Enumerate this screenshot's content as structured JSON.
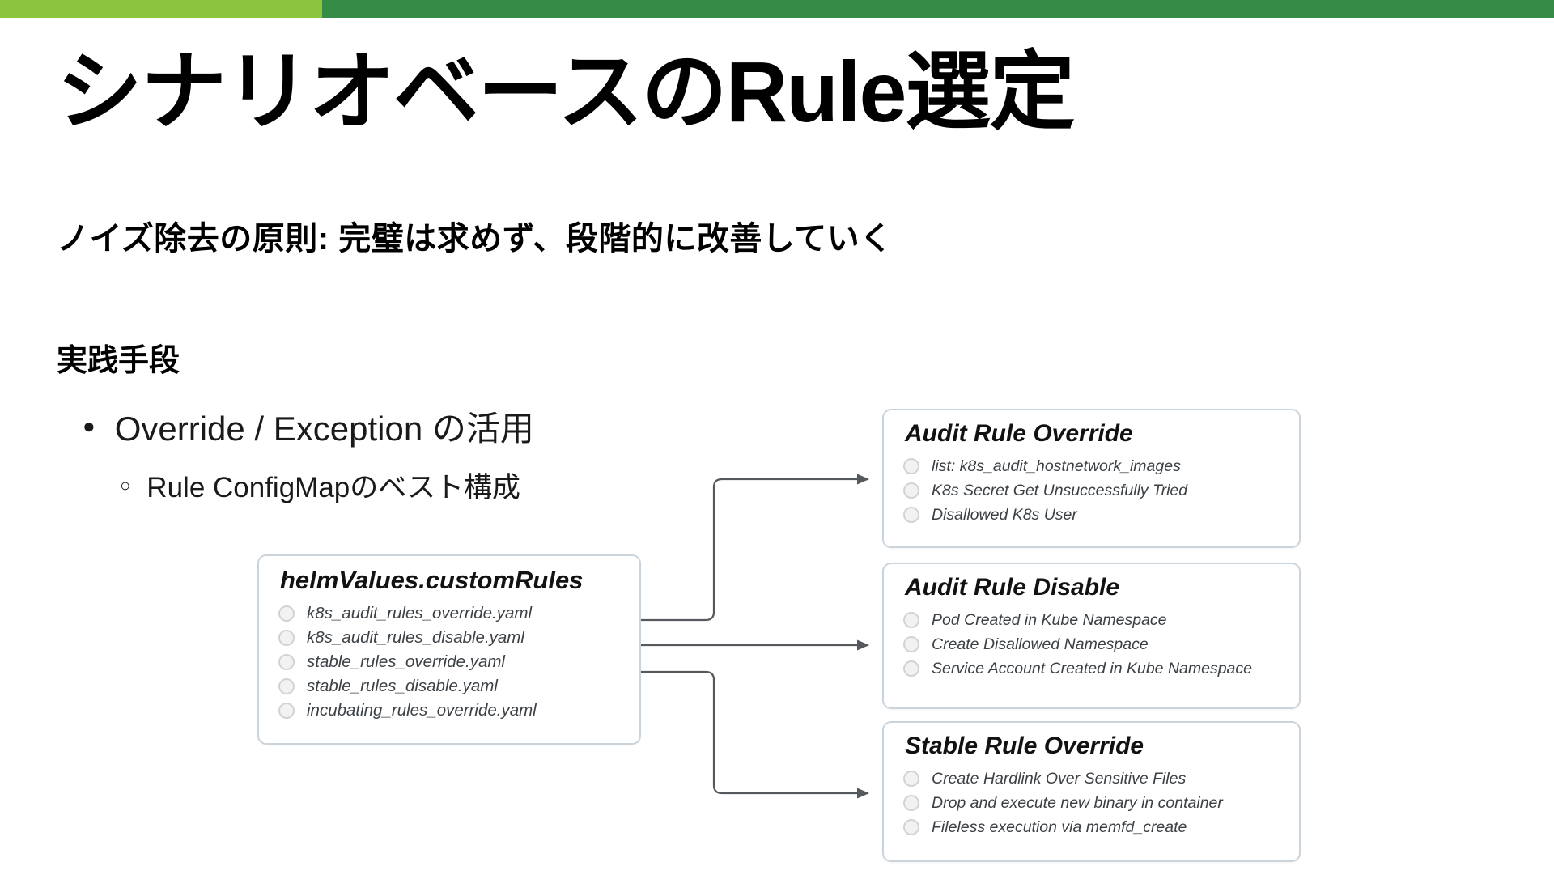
{
  "slide": {
    "accent_bar": {
      "left_color": "#8bc43e",
      "right_color": "#358c46"
    }
  },
  "title": "シナリオベースのRule選定",
  "subtitle": "ノイズ除去の原則: 完璧は求めず、段階的に改善していく",
  "section_heading": "実践手段",
  "bullets": {
    "level1_marker": "●",
    "level1": "Override / Exception の活用",
    "level2_marker": "○",
    "level2": "Rule ConfigMapのベスト構成"
  },
  "diagram": {
    "connector_color": "#55585c",
    "box_border_color": "#ccd4db",
    "source_box": {
      "title": "helmValues.customRules",
      "items": [
        "k8s_audit_rules_override.yaml",
        "k8s_audit_rules_disable.yaml",
        "stable_rules_override.yaml",
        "stable_rules_disable.yaml",
        "incubating_rules_override.yaml"
      ]
    },
    "target_boxes": [
      {
        "title": "Audit Rule Override",
        "items": [
          "list: k8s_audit_hostnetwork_images",
          "K8s Secret Get Unsuccessfully Tried",
          "Disallowed K8s User"
        ]
      },
      {
        "title": "Audit Rule Disable",
        "items": [
          "Pod Created in Kube Namespace",
          "Create Disallowed Namespace",
          "Service Account Created in Kube Namespace"
        ]
      },
      {
        "title": "Stable Rule Override",
        "items": [
          "Create Hardlink Over Sensitive Files",
          "Drop and execute new binary in container",
          "Fileless execution via memfd_create"
        ]
      }
    ]
  }
}
